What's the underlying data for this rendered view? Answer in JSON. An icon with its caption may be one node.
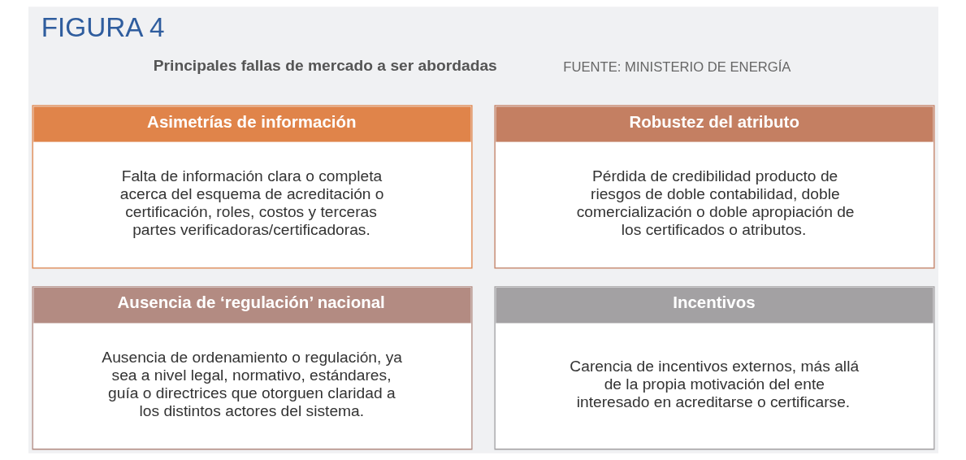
{
  "diagram": {
    "title": "FIGURA 4",
    "nodes": [
      {
        "text": [
          "Asimetrías de información",
          "Falta de información clara o completa acerca del esquema de acreditación o certificación, roles, costos y terceras partes verificadoras/certificadoras."
        ]
      },
      {
        "text": [
          "Robustez del atributo",
          "Pérdida de credibilidad producto de riesgos de doble contabilidad, doble comercialización o doble apropiación de los certificados o atributos."
        ]
      },
      {
        "text": [
          "Ausencia de ‘regulación’ nacional",
          "Ausencia de ordenamiento o regulación, ya sea a nivel legal, normativo, estándares, guía o directrices que otorguen claridad a los distintos actores del sistema."
        ]
      },
      {
        "text": [
          "Incentivos",
          "Carencia de incentivos externos, más allá de la propia motivación del ente interesado en acreditarse o certificarse."
        ]
      }
    ],
    "edges": [],
    "labels": [
      "FUENTE: MINISTERIO DE ENERGÍA",
      "Principales fallas de mercado a ser abordadas"
    ]
  }
}
